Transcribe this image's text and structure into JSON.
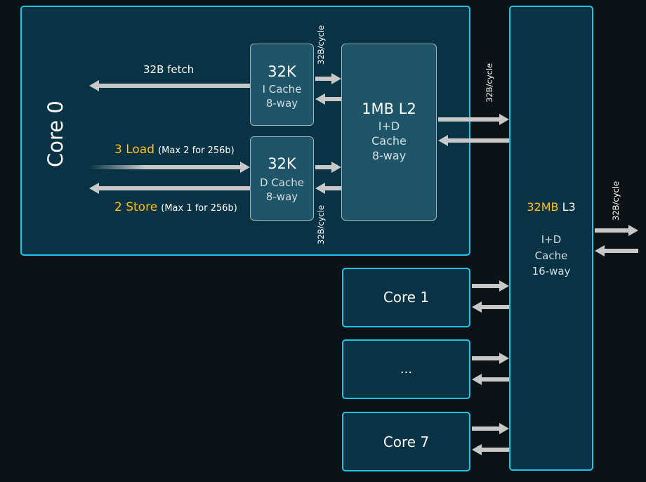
{
  "core0": {
    "title": "Core 0",
    "fetch_label": "32B fetch",
    "load_label": "3 Load",
    "load_note": "(Max 2 for 256b)",
    "store_label": "2 Store",
    "store_note": "(Max 1 for 256b)"
  },
  "icache": {
    "size": "32K",
    "name": "I Cache",
    "ways": "8-way"
  },
  "dcache": {
    "size": "32K",
    "name": "D Cache",
    "ways": "8-way"
  },
  "l2": {
    "size": "1MB L2",
    "type": "I+D",
    "name": "Cache",
    "ways": "8-way"
  },
  "l3": {
    "size": "32MB",
    "level": "L3",
    "type": "I+D",
    "name": "Cache",
    "ways": "16-way"
  },
  "bandwidth": {
    "l1_l2_top": "32B/cycle",
    "l1_l2_bottom": "32B/cycle",
    "l2_l3": "32B/cycle",
    "l3_out": "32B/cycle"
  },
  "other_cores": [
    "Core 1",
    "...",
    "Core 7"
  ],
  "colors": {
    "border": "#1ec4e6",
    "highlight": "#ffc11a",
    "arrow": "#c8c8c8",
    "background": "#0d1216"
  }
}
